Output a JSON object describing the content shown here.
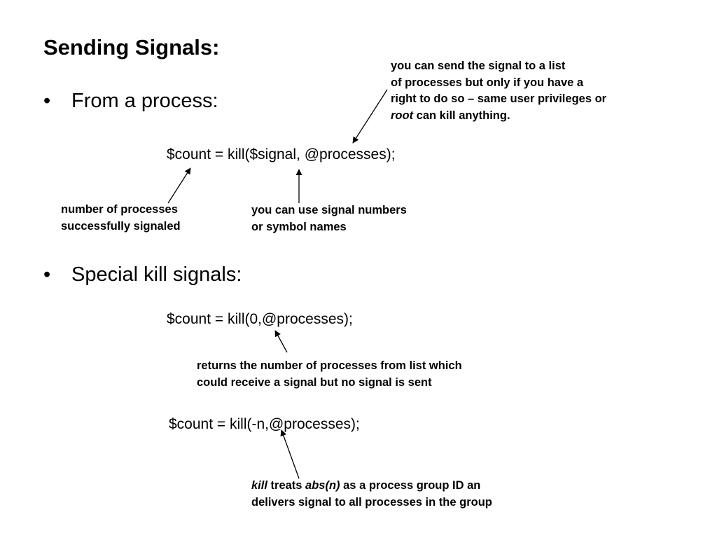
{
  "slide": {
    "title": "Sending Signals:",
    "bullet_char": "•",
    "bullets": [
      {
        "text": "From a process:"
      },
      {
        "text": "Special kill signals:"
      }
    ],
    "code": [
      "$count = kill($signal, @processes);",
      "$count = kill(0,@processes);",
      "$count = kill(-n,@processes);"
    ],
    "notes": {
      "list_note": {
        "line1": "you can send the signal to a list",
        "line2": "of processes but only if you have a",
        "line3": "right to do so – same user privileges or",
        "line4_em": "root",
        "line4_rest": " can kill anything."
      },
      "count_note": {
        "line1": "number of processes",
        "line2": "successfully signaled"
      },
      "signal_note": {
        "line1": "you can use signal numbers",
        "line2": "or symbol names"
      },
      "zero_note": {
        "line1": "returns the number of processes from list which",
        "line2": "could receive a signal but no signal is sent"
      },
      "negative_note": {
        "em1": "kill",
        "mid1": " treats ",
        "em2": "abs(n)",
        "rest1": " as a process group ID an",
        "line2": "delivers signal to all processes in the group"
      }
    }
  }
}
